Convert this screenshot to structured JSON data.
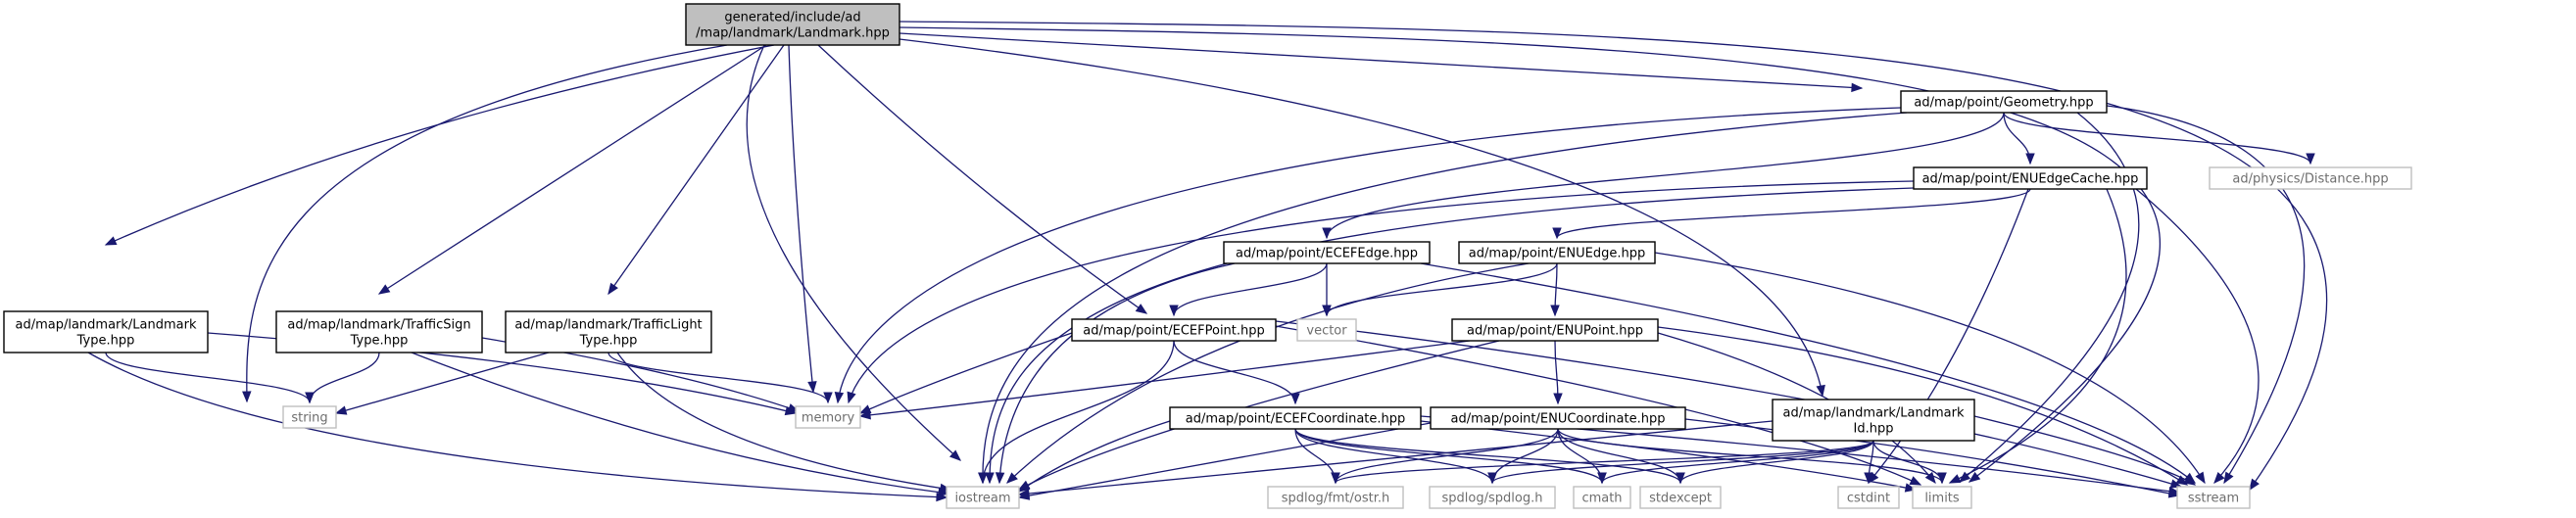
{
  "diagram": {
    "title": "",
    "nodes": [
      {
        "id": "landmark",
        "lines": [
          "generated/include/ad",
          "/map/landmark/Landmark.hpp"
        ],
        "style": "root"
      },
      {
        "id": "geometry",
        "lines": [
          "ad/map/point/Geometry.hpp"
        ],
        "style": "internal"
      },
      {
        "id": "enuedgecache",
        "lines": [
          "ad/map/point/ENUEdgeCache.hpp"
        ],
        "style": "internal"
      },
      {
        "id": "distance",
        "lines": [
          "ad/physics/Distance.hpp"
        ],
        "style": "external"
      },
      {
        "id": "ecefedge",
        "lines": [
          "ad/map/point/ECEFEdge.hpp"
        ],
        "style": "internal"
      },
      {
        "id": "enuedge",
        "lines": [
          "ad/map/point/ENUEdge.hpp"
        ],
        "style": "internal"
      },
      {
        "id": "landmarktype",
        "lines": [
          "ad/map/landmark/Landmark",
          "Type.hpp"
        ],
        "style": "internal"
      },
      {
        "id": "trafficsigntype",
        "lines": [
          "ad/map/landmark/TrafficSign",
          "Type.hpp"
        ],
        "style": "internal"
      },
      {
        "id": "trafficlighttype",
        "lines": [
          "ad/map/landmark/TrafficLight",
          "Type.hpp"
        ],
        "style": "internal"
      },
      {
        "id": "ecefpoint",
        "lines": [
          "ad/map/point/ECEFPoint.hpp"
        ],
        "style": "internal"
      },
      {
        "id": "vector",
        "lines": [
          "vector"
        ],
        "style": "external"
      },
      {
        "id": "enupoint",
        "lines": [
          "ad/map/point/ENUPoint.hpp"
        ],
        "style": "internal"
      },
      {
        "id": "landmarkid",
        "lines": [
          "ad/map/landmark/Landmark",
          "Id.hpp"
        ],
        "style": "internal"
      },
      {
        "id": "string",
        "lines": [
          "string"
        ],
        "style": "external"
      },
      {
        "id": "memory",
        "lines": [
          "memory"
        ],
        "style": "external"
      },
      {
        "id": "ecefcoordinate",
        "lines": [
          "ad/map/point/ECEFCoordinate.hpp"
        ],
        "style": "internal"
      },
      {
        "id": "enucoordinate",
        "lines": [
          "ad/map/point/ENUCoordinate.hpp"
        ],
        "style": "internal"
      },
      {
        "id": "iostream",
        "lines": [
          "iostream"
        ],
        "style": "external"
      },
      {
        "id": "ostr",
        "lines": [
          "spdlog/fmt/ostr.h"
        ],
        "style": "external"
      },
      {
        "id": "spdlog",
        "lines": [
          "spdlog/spdlog.h"
        ],
        "style": "external"
      },
      {
        "id": "cmath",
        "lines": [
          "cmath"
        ],
        "style": "external"
      },
      {
        "id": "stdexcept",
        "lines": [
          "stdexcept"
        ],
        "style": "external"
      },
      {
        "id": "cstdint",
        "lines": [
          "cstdint"
        ],
        "style": "external"
      },
      {
        "id": "limits",
        "lines": [
          "limits"
        ],
        "style": "external"
      },
      {
        "id": "sstream",
        "lines": [
          "sstream"
        ],
        "style": "external"
      }
    ],
    "edges": [
      [
        "landmark",
        "landmarktype"
      ],
      [
        "landmark",
        "trafficsigntype"
      ],
      [
        "landmark",
        "trafficlighttype"
      ],
      [
        "landmark",
        "string"
      ],
      [
        "landmark",
        "iostream"
      ],
      [
        "landmark",
        "memory"
      ],
      [
        "landmark",
        "ecefpoint"
      ],
      [
        "landmark",
        "geometry"
      ],
      [
        "landmark",
        "landmarkid"
      ],
      [
        "landmark",
        "limits"
      ],
      [
        "landmark",
        "sstream"
      ],
      [
        "geometry",
        "memory"
      ],
      [
        "geometry",
        "iostream"
      ],
      [
        "geometry",
        "ecefedge"
      ],
      [
        "geometry",
        "enuedgecache"
      ],
      [
        "geometry",
        "distance"
      ],
      [
        "geometry",
        "limits"
      ],
      [
        "geometry",
        "sstream"
      ],
      [
        "enuedgecache",
        "memory"
      ],
      [
        "enuedgecache",
        "iostream"
      ],
      [
        "enuedgecache",
        "enuedge"
      ],
      [
        "enuedgecache",
        "cstdint"
      ],
      [
        "enuedgecache",
        "limits"
      ],
      [
        "enuedgecache",
        "sstream"
      ],
      [
        "ecefedge",
        "ecefpoint"
      ],
      [
        "ecefedge",
        "vector"
      ],
      [
        "ecefedge",
        "iostream"
      ],
      [
        "ecefedge",
        "sstream"
      ],
      [
        "enuedge",
        "vector"
      ],
      [
        "enuedge",
        "enupoint"
      ],
      [
        "enuedge",
        "iostream"
      ],
      [
        "enuedge",
        "sstream"
      ],
      [
        "landmarktype",
        "string"
      ],
      [
        "landmarktype",
        "memory"
      ],
      [
        "landmarktype",
        "iostream"
      ],
      [
        "trafficsigntype",
        "string"
      ],
      [
        "trafficsigntype",
        "memory"
      ],
      [
        "trafficsigntype",
        "iostream"
      ],
      [
        "trafficlighttype",
        "string"
      ],
      [
        "trafficlighttype",
        "memory"
      ],
      [
        "trafficlighttype",
        "iostream"
      ],
      [
        "ecefpoint",
        "memory"
      ],
      [
        "ecefpoint",
        "iostream"
      ],
      [
        "ecefpoint",
        "ecefcoordinate"
      ],
      [
        "ecefpoint",
        "limits"
      ],
      [
        "ecefpoint",
        "sstream"
      ],
      [
        "enupoint",
        "memory"
      ],
      [
        "enupoint",
        "iostream"
      ],
      [
        "enupoint",
        "enucoordinate"
      ],
      [
        "enupoint",
        "limits"
      ],
      [
        "enupoint",
        "sstream"
      ],
      [
        "landmarkid",
        "iostream"
      ],
      [
        "landmarkid",
        "ostr"
      ],
      [
        "landmarkid",
        "spdlog"
      ],
      [
        "landmarkid",
        "cmath"
      ],
      [
        "landmarkid",
        "stdexcept"
      ],
      [
        "landmarkid",
        "cstdint"
      ],
      [
        "landmarkid",
        "limits"
      ],
      [
        "landmarkid",
        "sstream"
      ],
      [
        "ecefcoordinate",
        "iostream"
      ],
      [
        "ecefcoordinate",
        "ostr"
      ],
      [
        "ecefcoordinate",
        "spdlog"
      ],
      [
        "ecefcoordinate",
        "cmath"
      ],
      [
        "ecefcoordinate",
        "stdexcept"
      ],
      [
        "ecefcoordinate",
        "limits"
      ],
      [
        "ecefcoordinate",
        "sstream"
      ],
      [
        "enucoordinate",
        "iostream"
      ],
      [
        "enucoordinate",
        "ostr"
      ],
      [
        "enucoordinate",
        "spdlog"
      ],
      [
        "enucoordinate",
        "cmath"
      ],
      [
        "enucoordinate",
        "stdexcept"
      ],
      [
        "enucoordinate",
        "limits"
      ],
      [
        "enucoordinate",
        "sstream"
      ]
    ],
    "colors": {
      "edge": "#191970",
      "root_fill": "#bfbfbf",
      "internal_border": "#000000",
      "external_border": "#bfbfbf",
      "external_text": "#6e6e6e"
    }
  }
}
